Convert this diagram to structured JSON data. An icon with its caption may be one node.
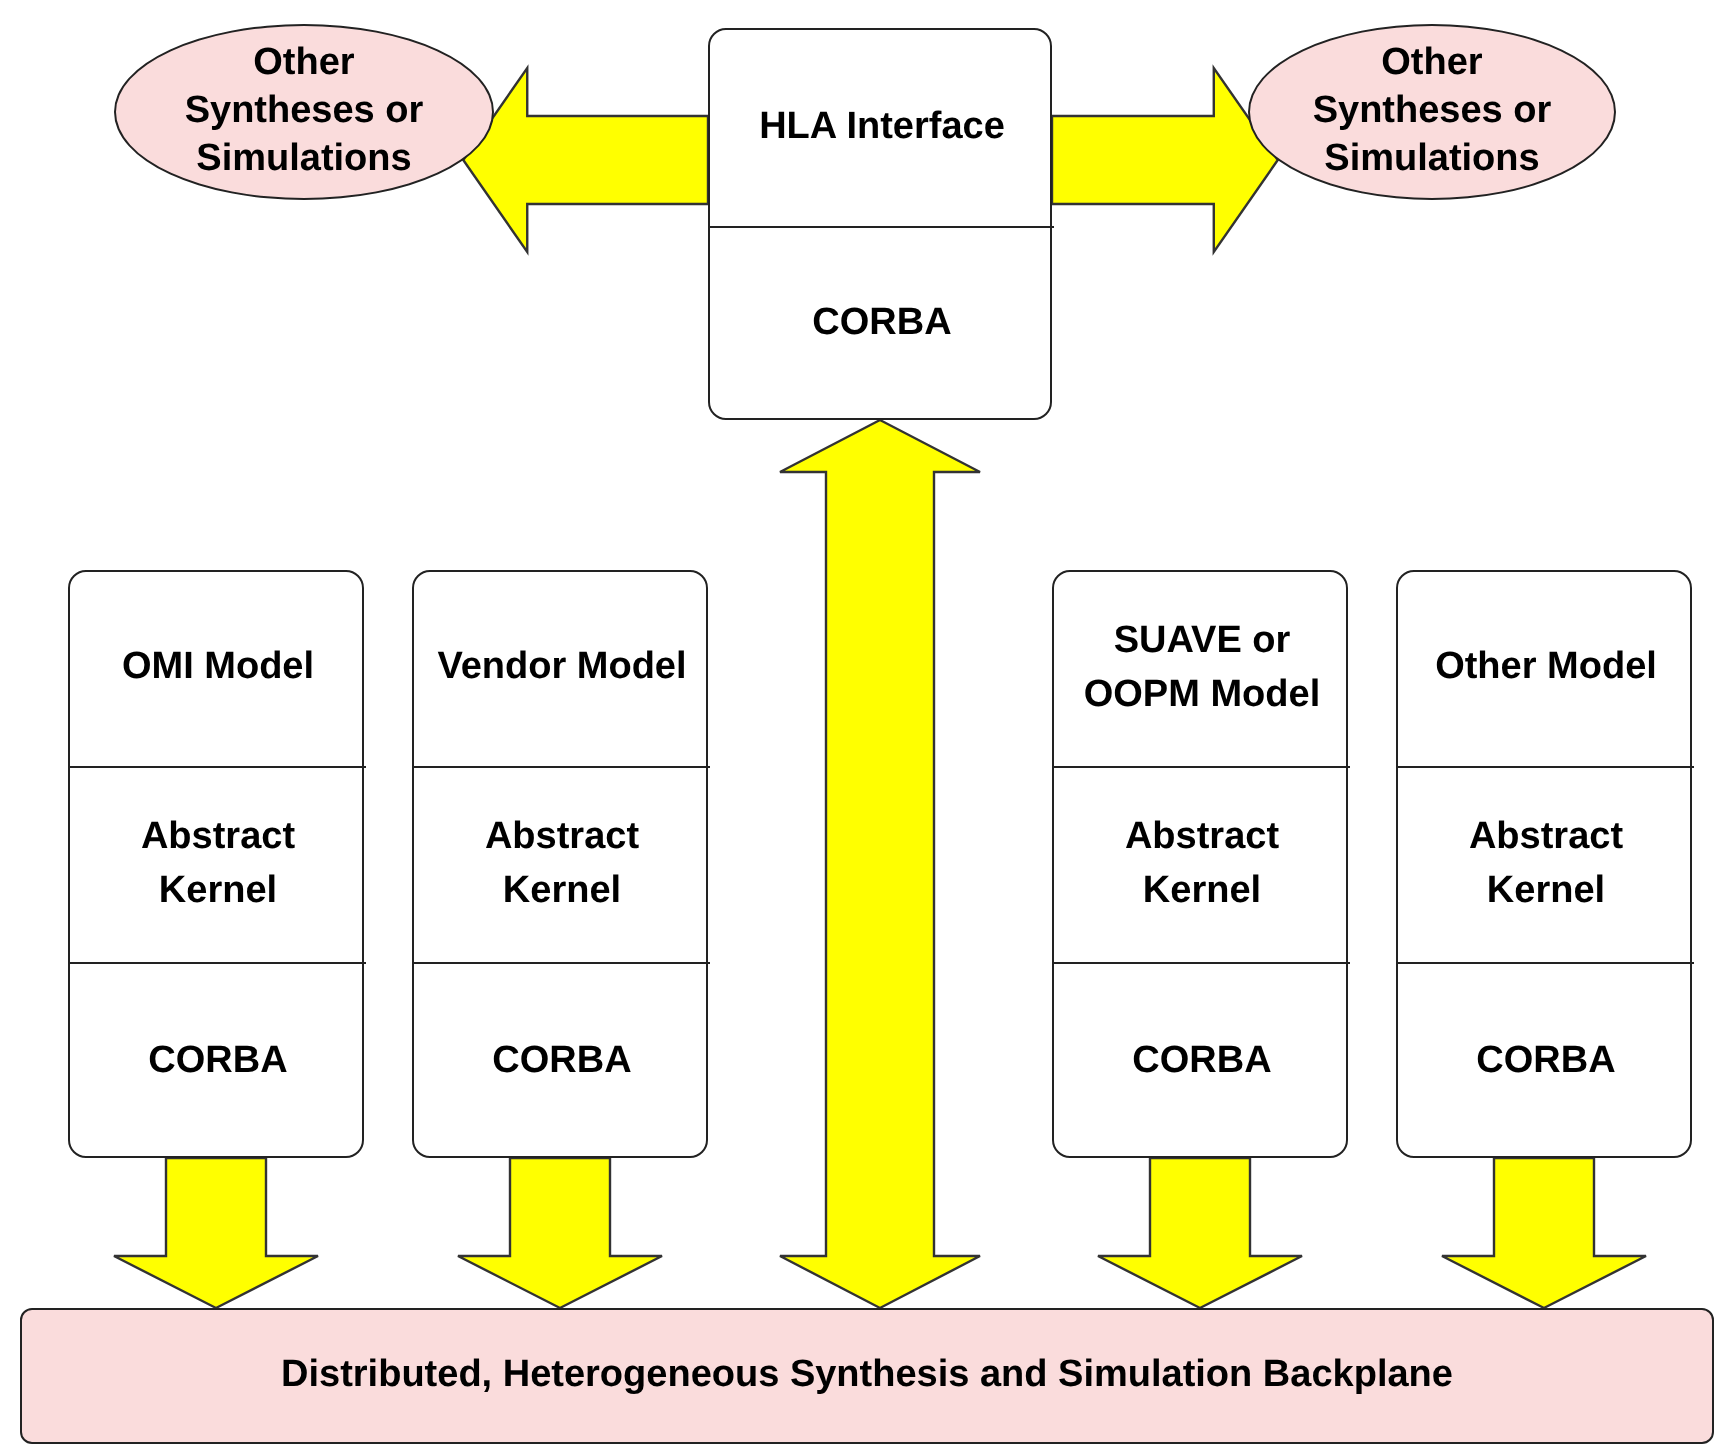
{
  "diagram": {
    "nodes": [
      {
        "text": [
          "Other Syntheses or Simulations"
        ]
      },
      {
        "text": [],
        "shape": "box"
      },
      {
        "text": [
          "HLA Interface"
        ],
        "in": 1
      },
      {
        "text": [
          "CORBA"
        ],
        "in": 1
      },
      {
        "text": [
          "Other Syntheses or Simulations"
        ]
      },
      {
        "text": [],
        "shape": "box"
      },
      {
        "text": [
          "OMI Model"
        ],
        "in": 5
      },
      {
        "text": [
          "Abstract Kernel"
        ],
        "in": 5
      },
      {
        "text": [
          "CORBA"
        ],
        "in": 5
      },
      {
        "text": [],
        "shape": "box"
      },
      {
        "text": [
          "Vendor Model"
        ],
        "in": 9
      },
      {
        "text": [
          "Abstract Kernel"
        ],
        "in": 9
      },
      {
        "text": [
          "CORBA"
        ],
        "in": 9
      },
      {
        "text": [],
        "shape": "box"
      },
      {
        "text": [
          "SUAVE or OOPM Model"
        ],
        "in": 13
      },
      {
        "text": [
          "Abstract Kernel"
        ],
        "in": 13
      },
      {
        "text": [
          "CORBA"
        ],
        "in": 13
      },
      {
        "text": [],
        "shape": "box"
      },
      {
        "text": [
          "Other Model"
        ],
        "in": 17
      },
      {
        "text": [
          "Abstract Kernel"
        ],
        "in": 17
      },
      {
        "text": [
          "CORBA"
        ],
        "in": 17
      },
      {
        "text": [
          "Distributed, Heterogeneous Synthesis and Simulation Backplane"
        ]
      }
    ],
    "edges": [
      {
        "from": 2,
        "to": 0,
        "arrow": "to"
      },
      {
        "from": 2,
        "to": 4,
        "arrow": "to"
      },
      {
        "from": 3,
        "to": 21,
        "arrow": "both"
      },
      {
        "from": 8,
        "to": 21,
        "arrow": "to"
      },
      {
        "from": 12,
        "to": 21,
        "arrow": "to"
      },
      {
        "from": 16,
        "to": 21,
        "arrow": "to"
      },
      {
        "from": 20,
        "to": 21,
        "arrow": "to"
      }
    ]
  }
}
